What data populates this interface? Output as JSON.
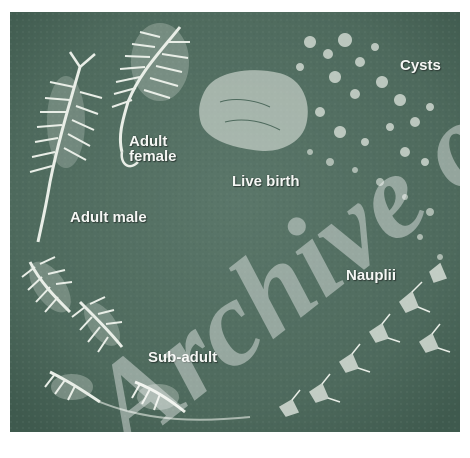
{
  "figure": {
    "labels": {
      "cysts": "Cysts",
      "adult_female": "Adult female",
      "live_birth": "Live birth",
      "adult_male": "Adult male",
      "nauplii": "Nauplii",
      "sub_adult": "Sub-adult"
    },
    "watermark": "Archive of"
  },
  "colors": {
    "background": "#4e6a5d",
    "organism": "#e9eee7"
  }
}
